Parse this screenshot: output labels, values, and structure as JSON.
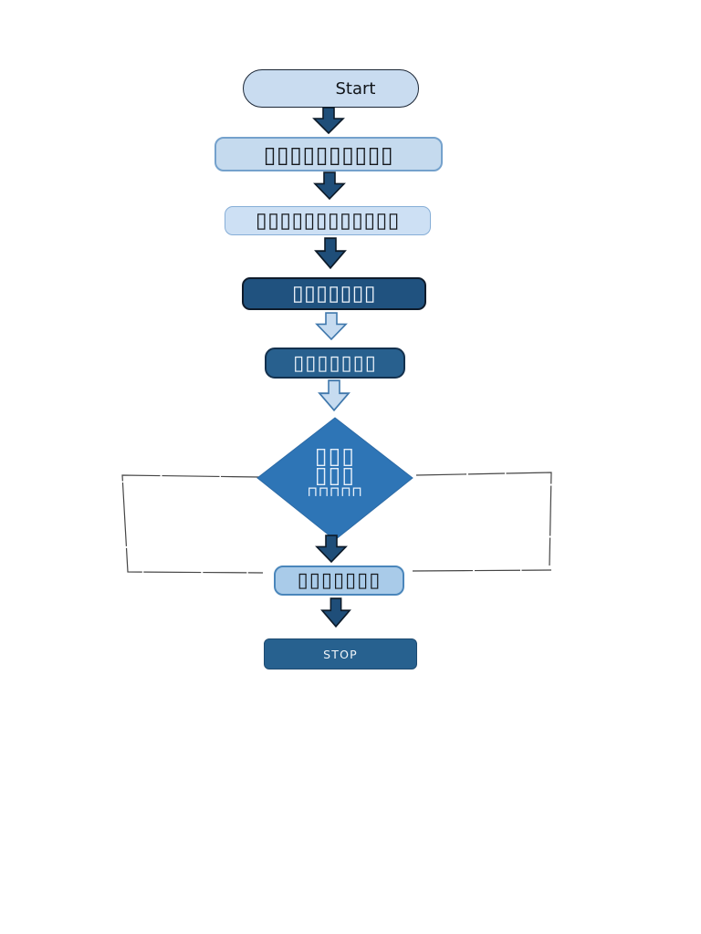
{
  "document": {
    "background": "#ffffff"
  },
  "flowchart": {
    "start": {
      "label": "Start"
    },
    "steps": [
      {
        "label": "▯▯▯▯▯▯▯▯▯▯",
        "style": "light-blue"
      },
      {
        "label": "▯▯▯▯▯▯▯▯▯▯▯▯",
        "style": "lighter-blue"
      },
      {
        "label": "▯▯▯▯▯▯▯",
        "style": "dark-blue"
      },
      {
        "label": "▯▯▯▯▯▯▯",
        "style": "medium-dark-blue"
      }
    ],
    "decision": {
      "lines": [
        "▯▯▯",
        "▯▯▯",
        "⊓⊓⊓⊓⊓"
      ]
    },
    "after_decision": {
      "label": "▯▯▯▯▯▯▯"
    },
    "stop": {
      "label": "STOP"
    },
    "colors": {
      "start_fill": "#c9dcf0",
      "step1_fill": "#c5daee",
      "step1_border": "#74a1cc",
      "step2_fill": "#cde0f4",
      "step2_border": "#86aed7",
      "step3_fill": "#20527f",
      "step4_fill": "#28608e",
      "decision_fill": "#2e75b6",
      "after_decision_fill": "#a9cbe9",
      "after_decision_border": "#4a86bb",
      "stop_fill": "#27618f",
      "arrow_dark_fill": "#1f4e79",
      "arrow_light_fill": "#c6dbf0",
      "feedback_line": "#454545"
    }
  }
}
